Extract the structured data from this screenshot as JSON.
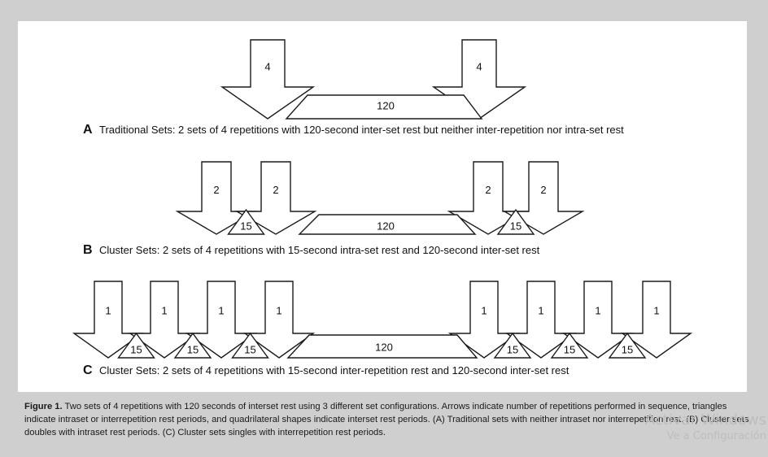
{
  "panels": [
    {
      "letter": "A",
      "caption": "Traditional Sets: 2 sets of 4 repetitions with 120-second inter-set rest but neither inter-repetition nor intra-set rest",
      "arrow_label": "4",
      "arrows_per_set": 1,
      "triangle_label": "",
      "inter_set_label": "120"
    },
    {
      "letter": "B",
      "caption": "Cluster Sets: 2 sets of 4 repetitions with 15-second intra-set rest and 120-second inter-set rest",
      "arrow_label": "2",
      "arrows_per_set": 2,
      "triangle_label": "15",
      "inter_set_label": "120"
    },
    {
      "letter": "C",
      "caption": "Cluster Sets: 2 sets of 4 repetitions with 15-second inter-repetition rest and 120-second inter-set rest",
      "arrow_label": "1",
      "arrows_per_set": 4,
      "triangle_label": "15",
      "inter_set_label": "120"
    }
  ],
  "figure_caption": {
    "label": "Figure 1.",
    "text": "Two sets of 4 repetitions with 120 seconds of interset rest using 3 different set configurations. Arrows indicate number of repetitions performed in sequence, triangles indicate intraset or interrepetition rest periods, and quadrilateral shapes indicate interset rest periods. (A) Traditional sets with neither intraset nor interrepetition rest. (B) Cluster sets doubles with intraset rest periods. (C) Cluster sets singles with interrepetition rest periods."
  },
  "watermark": {
    "line1": "Activar Windows",
    "line2": "Ve a Configuración"
  }
}
